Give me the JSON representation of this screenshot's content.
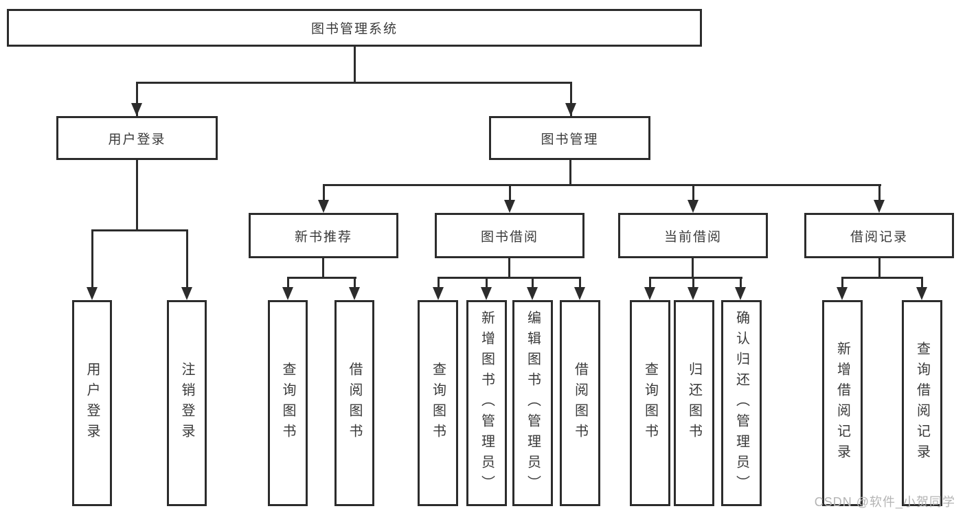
{
  "tree": {
    "root": {
      "label": "图书管理系统"
    },
    "branches": [
      {
        "label": "用户登录",
        "children": [
          {
            "label": "用户登录"
          },
          {
            "label": "注销登录"
          }
        ]
      },
      {
        "label": "图书管理",
        "children": [
          {
            "label": "新书推荐",
            "children": [
              {
                "label": "查询图书"
              },
              {
                "label": "借阅图书"
              }
            ]
          },
          {
            "label": "图书借阅",
            "children": [
              {
                "label": "查询图书"
              },
              {
                "label": "新增图书（管理员）"
              },
              {
                "label": "编辑图书（管理员）"
              },
              {
                "label": "借阅图书"
              }
            ]
          },
          {
            "label": "当前借阅",
            "children": [
              {
                "label": "查询图书"
              },
              {
                "label": "归还图书"
              },
              {
                "label": "确认归还（管理员）"
              }
            ]
          },
          {
            "label": "借阅记录",
            "children": [
              {
                "label": "新增借阅记录"
              },
              {
                "label": "查询借阅记录"
              }
            ]
          }
        ]
      }
    ]
  },
  "watermark": "CSDN @软件_小贺同学"
}
